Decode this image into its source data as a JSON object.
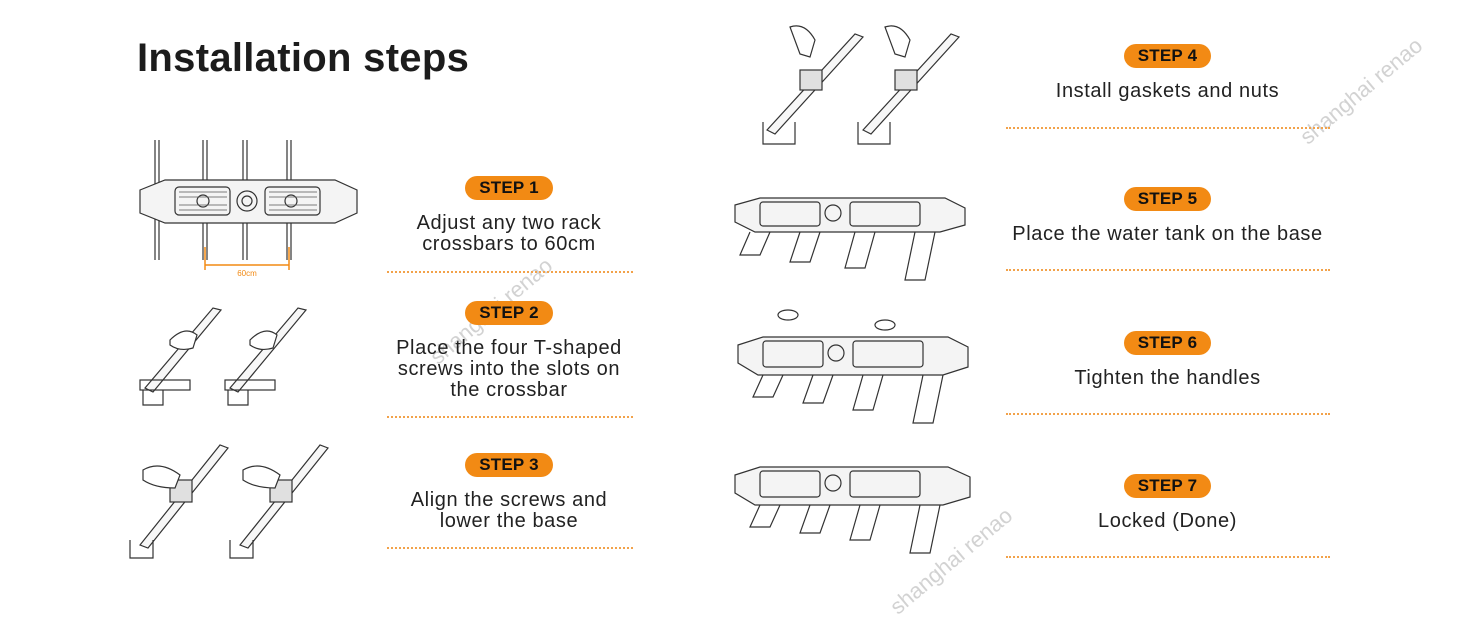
{
  "title": "Installation steps",
  "steps": [
    {
      "badge": "STEP 1",
      "desc": "Adjust any two rack crossbars to 60cm"
    },
    {
      "badge": "STEP 2",
      "desc": "Place the four T-shaped screws into the slots on the crossbar"
    },
    {
      "badge": "STEP 3",
      "desc": "Align the screws and lower the base"
    },
    {
      "badge": "STEP 4",
      "desc": "Install gaskets and nuts"
    },
    {
      "badge": "STEP 5",
      "desc": "Place the water tank on the base"
    },
    {
      "badge": "STEP 6",
      "desc": "Tighten the handles"
    },
    {
      "badge": "STEP 7",
      "desc": "Locked (Done)"
    }
  ],
  "dimension_label": "60cm",
  "watermark": "shanghai renao",
  "colors": {
    "accent": "#f28a14",
    "dots": "#f2a24a"
  }
}
